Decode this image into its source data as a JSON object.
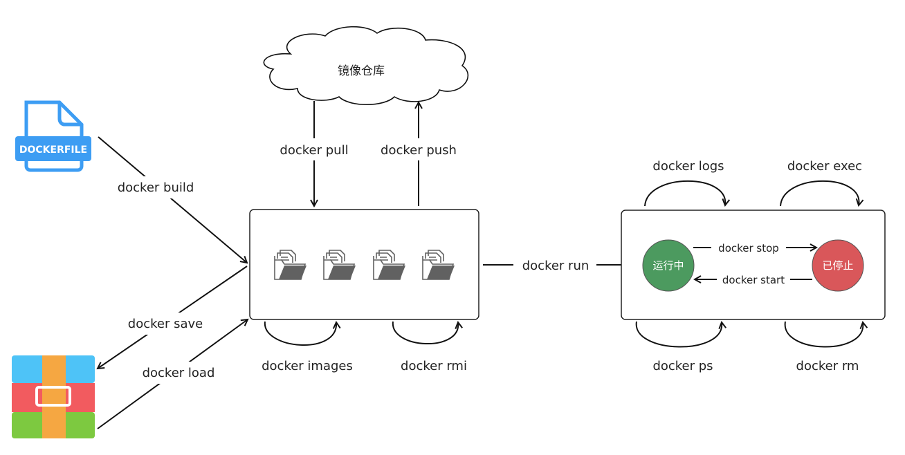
{
  "registry": {
    "label": "镜像仓库"
  },
  "dockerfile": {
    "label": "DOCKERFILE"
  },
  "commands": {
    "pull": "docker pull",
    "push": "docker push",
    "build": "docker build",
    "save": "docker save",
    "load": "docker load",
    "images": "docker images",
    "rmi": "docker rmi",
    "run": "docker run",
    "logs": "docker logs",
    "exec": "docker exec",
    "ps": "docker ps",
    "rm": "docker rm",
    "stop": "docker stop",
    "start": "docker start"
  },
  "states": {
    "running": "运行中",
    "stopped": "已停止"
  },
  "colors": {
    "running": "#4c9a5f",
    "stopped": "#d9575a",
    "dockerfile_blue": "#3d9df3",
    "archive_blue": "#4ec3f7",
    "archive_red": "#f25b5f",
    "archive_green": "#7dc940",
    "archive_orange": "#f5a742",
    "image_icon_gray": "#616161"
  },
  "icons": {
    "dockerfile": "dockerfile-file-icon",
    "archive": "archive-icon",
    "image": "image-folder-icon",
    "registry": "cloud-icon"
  }
}
